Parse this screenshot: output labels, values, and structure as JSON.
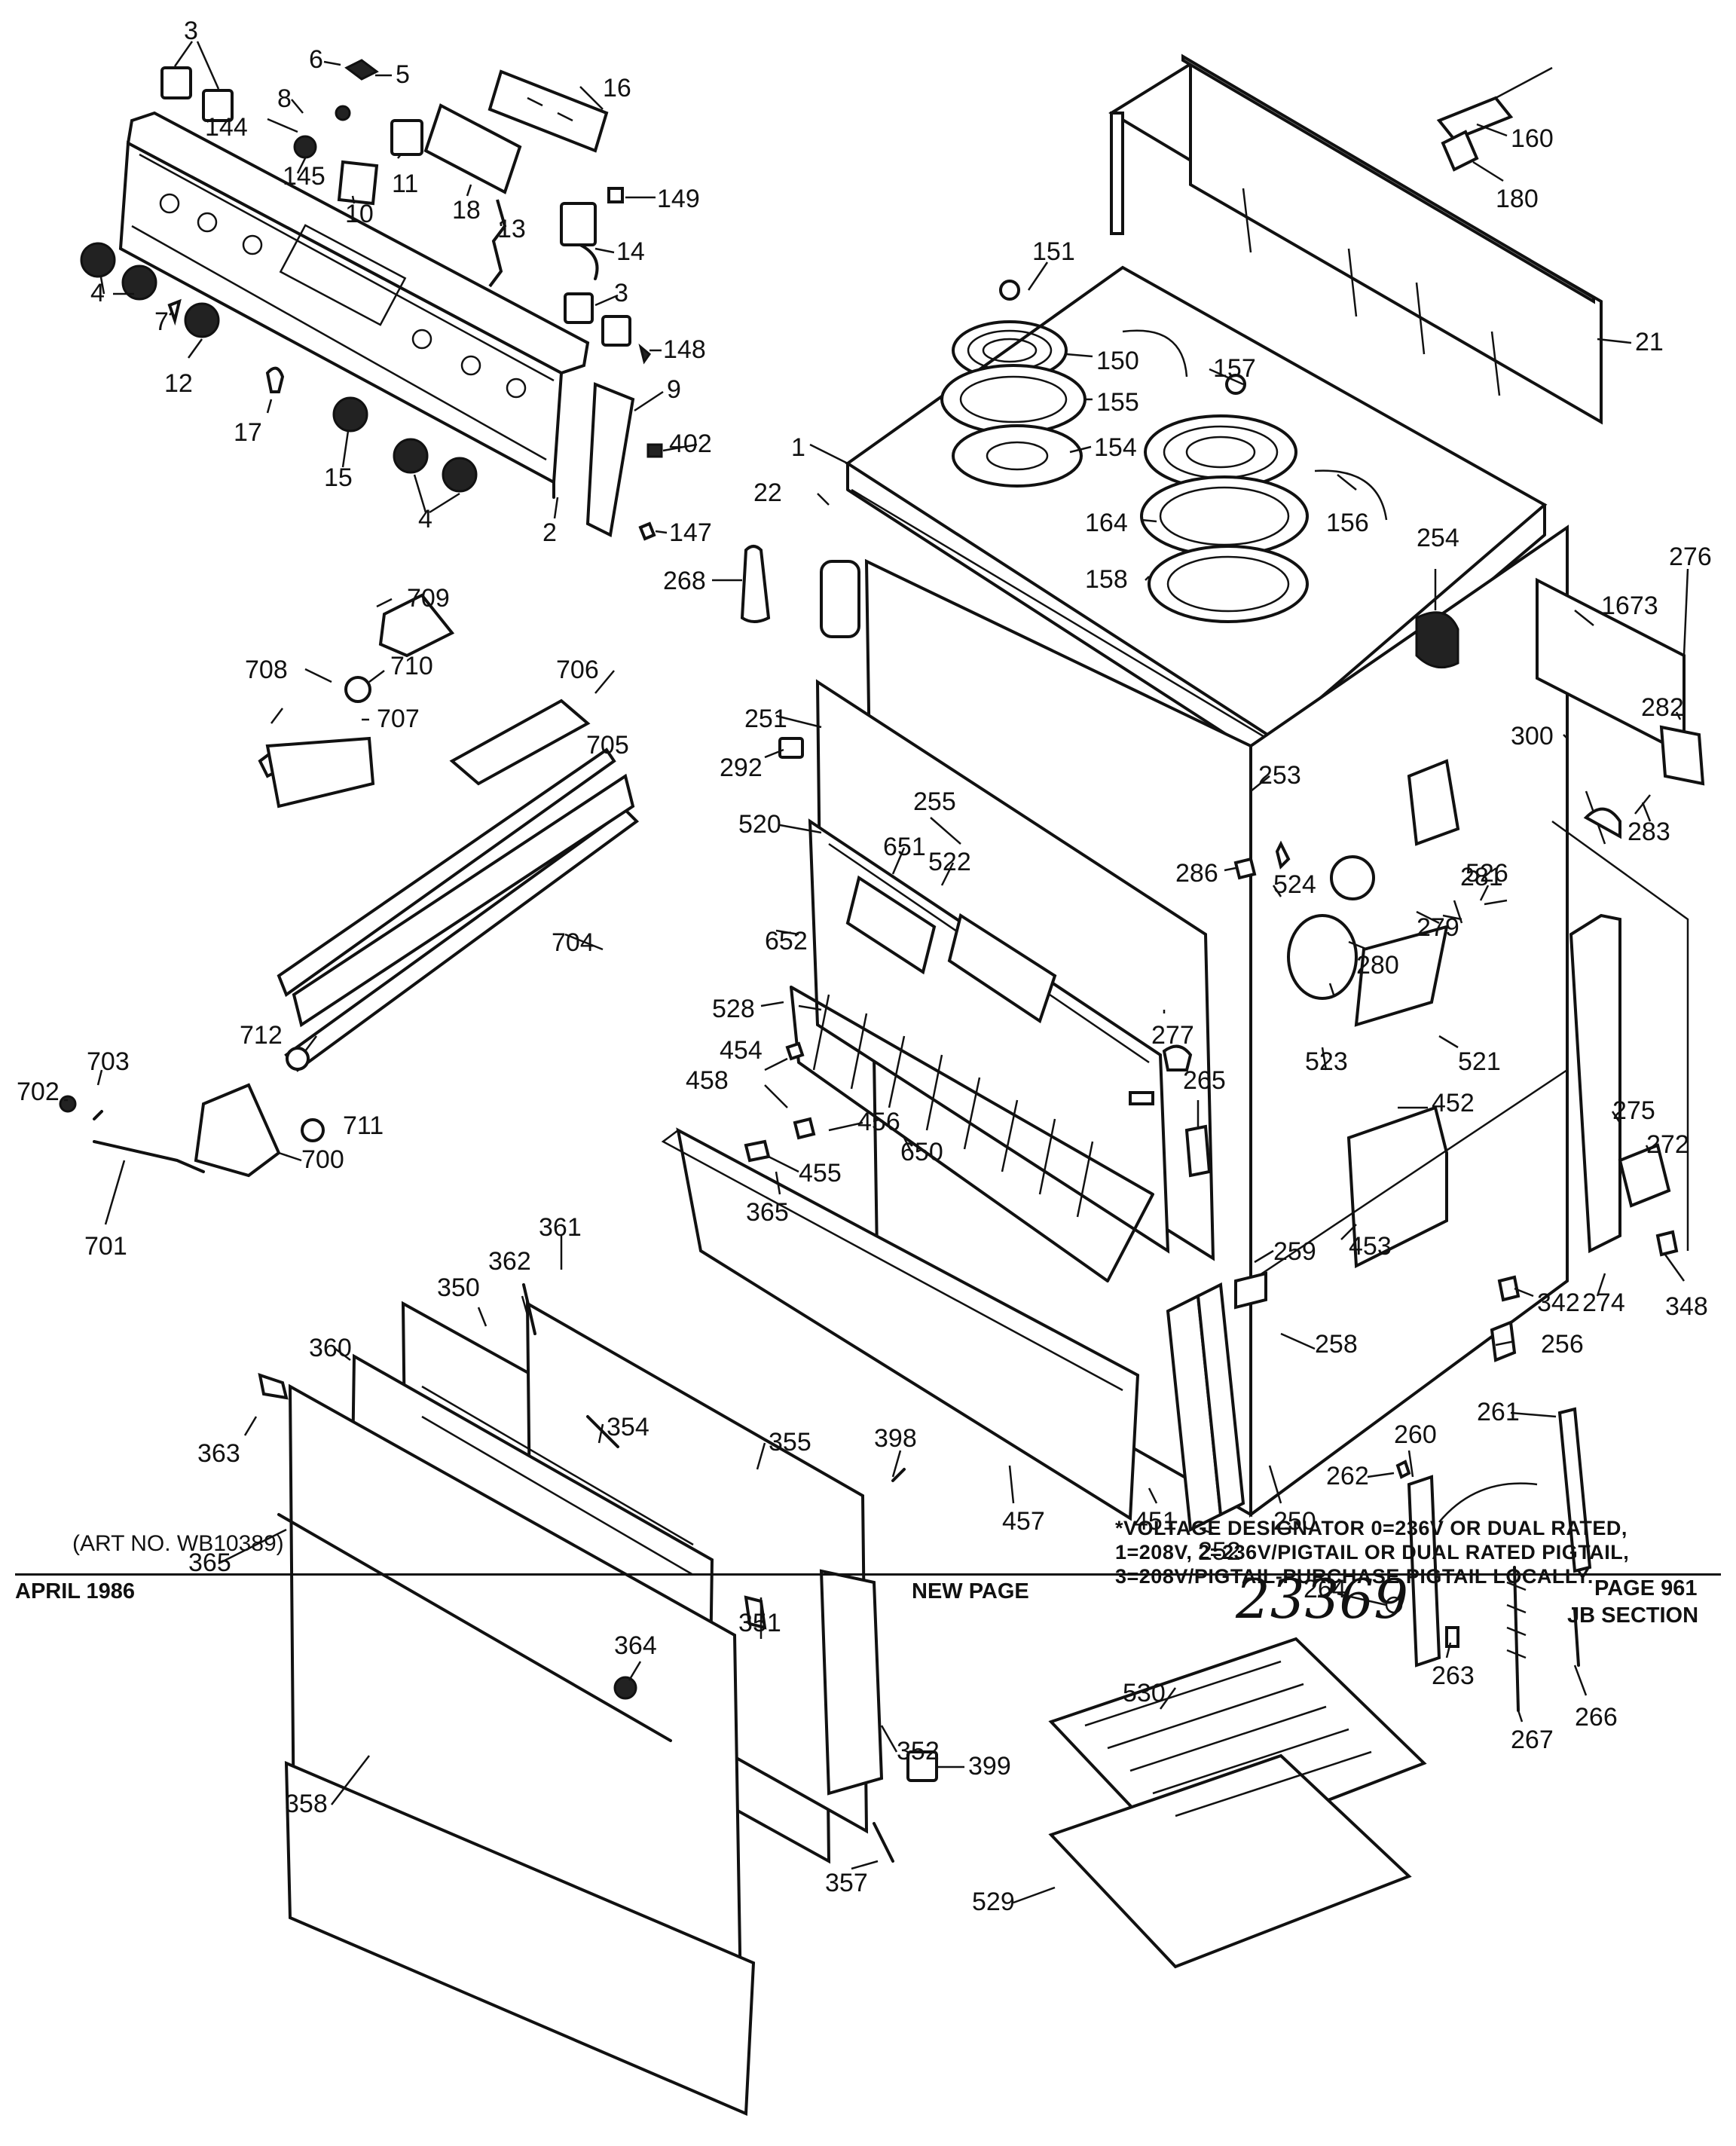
{
  "callouts": {
    "c3a": "3",
    "c6": "6",
    "c5": "5",
    "c16": "16",
    "c8": "8",
    "c144": "144",
    "c145": "145",
    "c10": "10",
    "c11": "11",
    "c18": "18",
    "c13": "13",
    "c149": "149",
    "c14": "14",
    "c4a": "4",
    "c7": "7",
    "c12": "12",
    "c3b": "3",
    "c148": "148",
    "c9": "9",
    "c17": "17",
    "c15": "15",
    "c4b": "4",
    "c402": "402",
    "c2": "2",
    "c147": "147",
    "c160": "160",
    "c180": "180",
    "c151": "151",
    "c21": "21",
    "c150": "150",
    "c157": "157",
    "c155": "155",
    "c1": "1",
    "c154": "154",
    "c22": "22",
    "c156": "156",
    "c164": "164",
    "c254": "254",
    "c276": "276",
    "c158": "158",
    "c268": "268",
    "c1673": "1673",
    "c709": "709",
    "c708": "708",
    "c710": "710",
    "c706": "706",
    "c707": "707",
    "c705": "705",
    "c251": "251",
    "c292": "292",
    "c300": "300",
    "c282": "282",
    "c253": "253",
    "c255": "255",
    "c520": "520",
    "c651": "651",
    "c522": "522",
    "c286": "286",
    "c524": "524",
    "c526": "526",
    "c283": "283",
    "c281": "281",
    "c279": "279",
    "c704": "704",
    "c652": "652",
    "c280": "280",
    "c528": "528",
    "c712": "712",
    "c277": "277",
    "c523": "523",
    "c521": "521",
    "c454": "454",
    "c458": "458",
    "c265": "265",
    "c452": "452",
    "c702": "702",
    "c703": "703",
    "c711": "711",
    "c456": "456",
    "c650": "650",
    "c275": "275",
    "c272": "272",
    "c455": "455",
    "c700": "700",
    "c365a": "365",
    "c453": "453",
    "c701": "701",
    "c361": "361",
    "c259": "259",
    "c274": "274",
    "c348": "348",
    "c362": "362",
    "c342": "342",
    "c350": "350",
    "c258": "258",
    "c256": "256",
    "c360": "360",
    "c261": "261",
    "c354": "354",
    "c363": "363",
    "c355": "355",
    "c398": "398",
    "c260": "260",
    "c262": "262",
    "c457": "457",
    "c451": "451",
    "c250": "250",
    "c365b": "365",
    "c252": "252",
    "c264": "264",
    "c364": "364",
    "c351": "351",
    "c263": "263",
    "c266": "266",
    "c267": "267",
    "c530": "530",
    "c352": "352",
    "c358": "358",
    "c399": "399",
    "c357": "357",
    "c529": "529"
  },
  "art_no": "(ART NO. WB10389)",
  "voltage_note": {
    "line1": "*VOLTAGE DESIGNATOR 0=236V OR DUAL RATED,",
    "line2": "1=208V, 2=236V/PIGTAIL OR DUAL RATED PIGTAIL,",
    "line3": "3=208V/PIGTAIL-PURCHASE PIGTAIL LOCALLY."
  },
  "footer": {
    "date": "APRIL 1986",
    "new_page": "NEW PAGE",
    "handwritten_number": "23369",
    "page": "PAGE 961",
    "section": "JB SECTION"
  }
}
